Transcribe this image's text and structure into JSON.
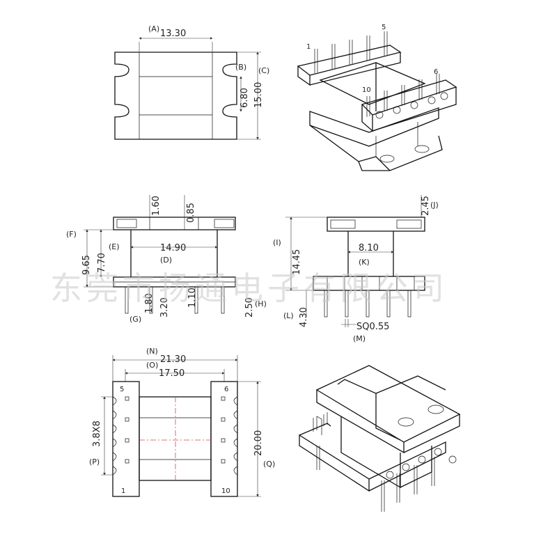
{
  "watermark": "东莞市扬通电子有限公司",
  "top_view": {
    "dims": {
      "a_val": "13.30",
      "b_val": "6.80",
      "c_val": "15.00"
    },
    "labels": {
      "a": "(A)",
      "b": "(B)",
      "c": "(C)"
    }
  },
  "iso_top": {
    "pins": {
      "p1": "1",
      "p5": "5",
      "p6": "6",
      "p10": "10"
    }
  },
  "front_view": {
    "dims": {
      "v160": "1.60",
      "v085": "0.85",
      "v1490": "14.90",
      "v965": "9.65",
      "v770": "7.70",
      "v180": "1.80",
      "v320": "3.20",
      "v110": "1.10",
      "v250": "2.50"
    },
    "labels": {
      "d": "(D)",
      "e": "(E)",
      "f": "(F)",
      "g": "(G)",
      "h": "(H)"
    }
  },
  "side_view": {
    "dims": {
      "v245": "2.45",
      "v1445": "14.45",
      "v810": "8.10",
      "v430": "4.30",
      "sq": "SQ0.55"
    },
    "labels": {
      "i": "(I)",
      "j": "(J)",
      "k": "(K)",
      "l": "(L)",
      "m": "(M)"
    }
  },
  "bottom_view": {
    "dims": {
      "v2130": "21.30",
      "v1750": "17.50",
      "v38x8": "3.8X8",
      "v2000": "20.00"
    },
    "labels": {
      "n": "(N)",
      "o": "(O)",
      "p": "(P)",
      "q": "(Q)"
    },
    "pins": {
      "p5": "5",
      "p6": "6",
      "p1": "1",
      "p10": "10"
    }
  },
  "iso_bottom": {}
}
